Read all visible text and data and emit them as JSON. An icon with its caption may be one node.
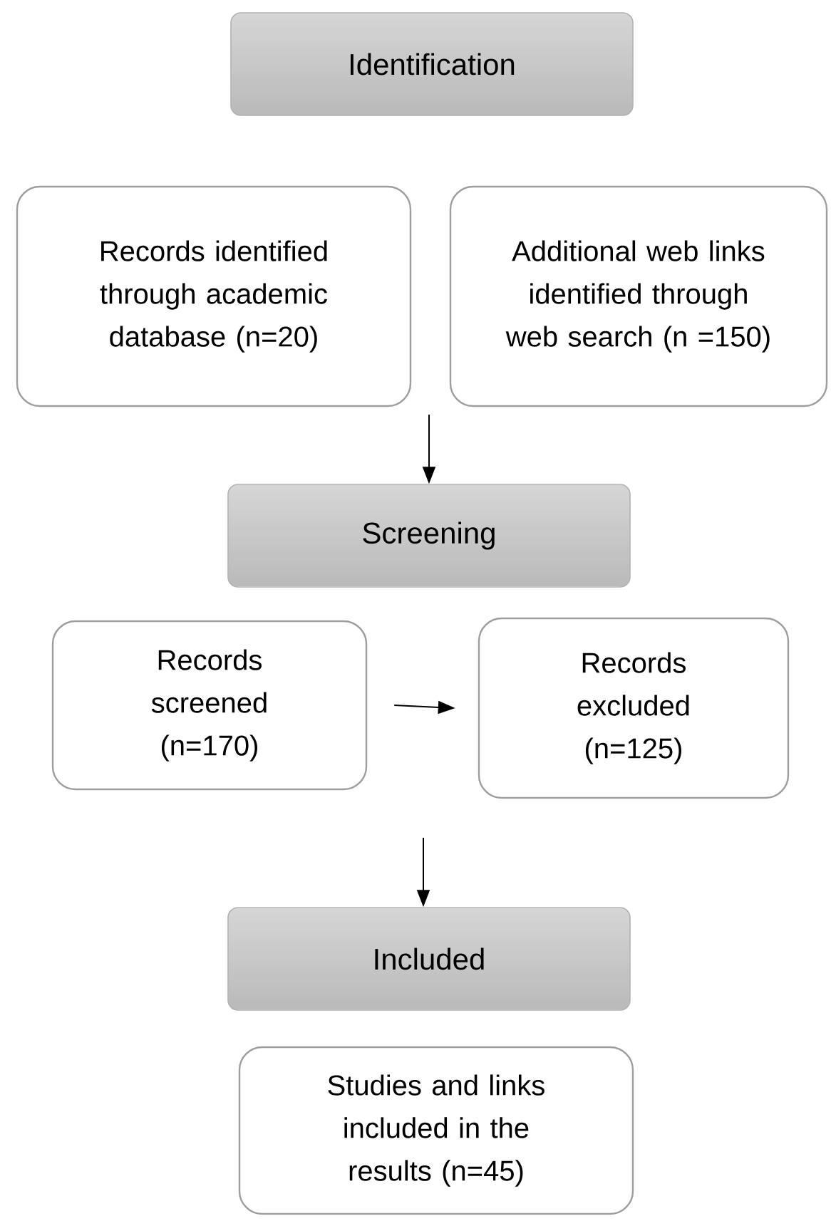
{
  "diagram": {
    "nodes": [
      {
        "text": [
          "Identification"
        ]
      },
      {
        "text": [
          "Records identified through academic database (n=20)"
        ]
      },
      {
        "text": [
          "Additional web links identified through web search (n =150)"
        ]
      },
      {
        "text": [
          "Screening"
        ]
      },
      {
        "text": [
          "Records screened (n=170)"
        ]
      },
      {
        "text": [
          "Records excluded (n=125)"
        ]
      },
      {
        "text": [
          "Included"
        ]
      },
      {
        "text": [
          "Studies and links included in the results (n=45)"
        ]
      }
    ],
    "edges": [
      {
        "from": null,
        "to": 3,
        "arrow": "to"
      },
      {
        "from": 4,
        "to": 5,
        "arrow": "to"
      },
      {
        "from": null,
        "to": 6,
        "arrow": "to"
      }
    ]
  }
}
